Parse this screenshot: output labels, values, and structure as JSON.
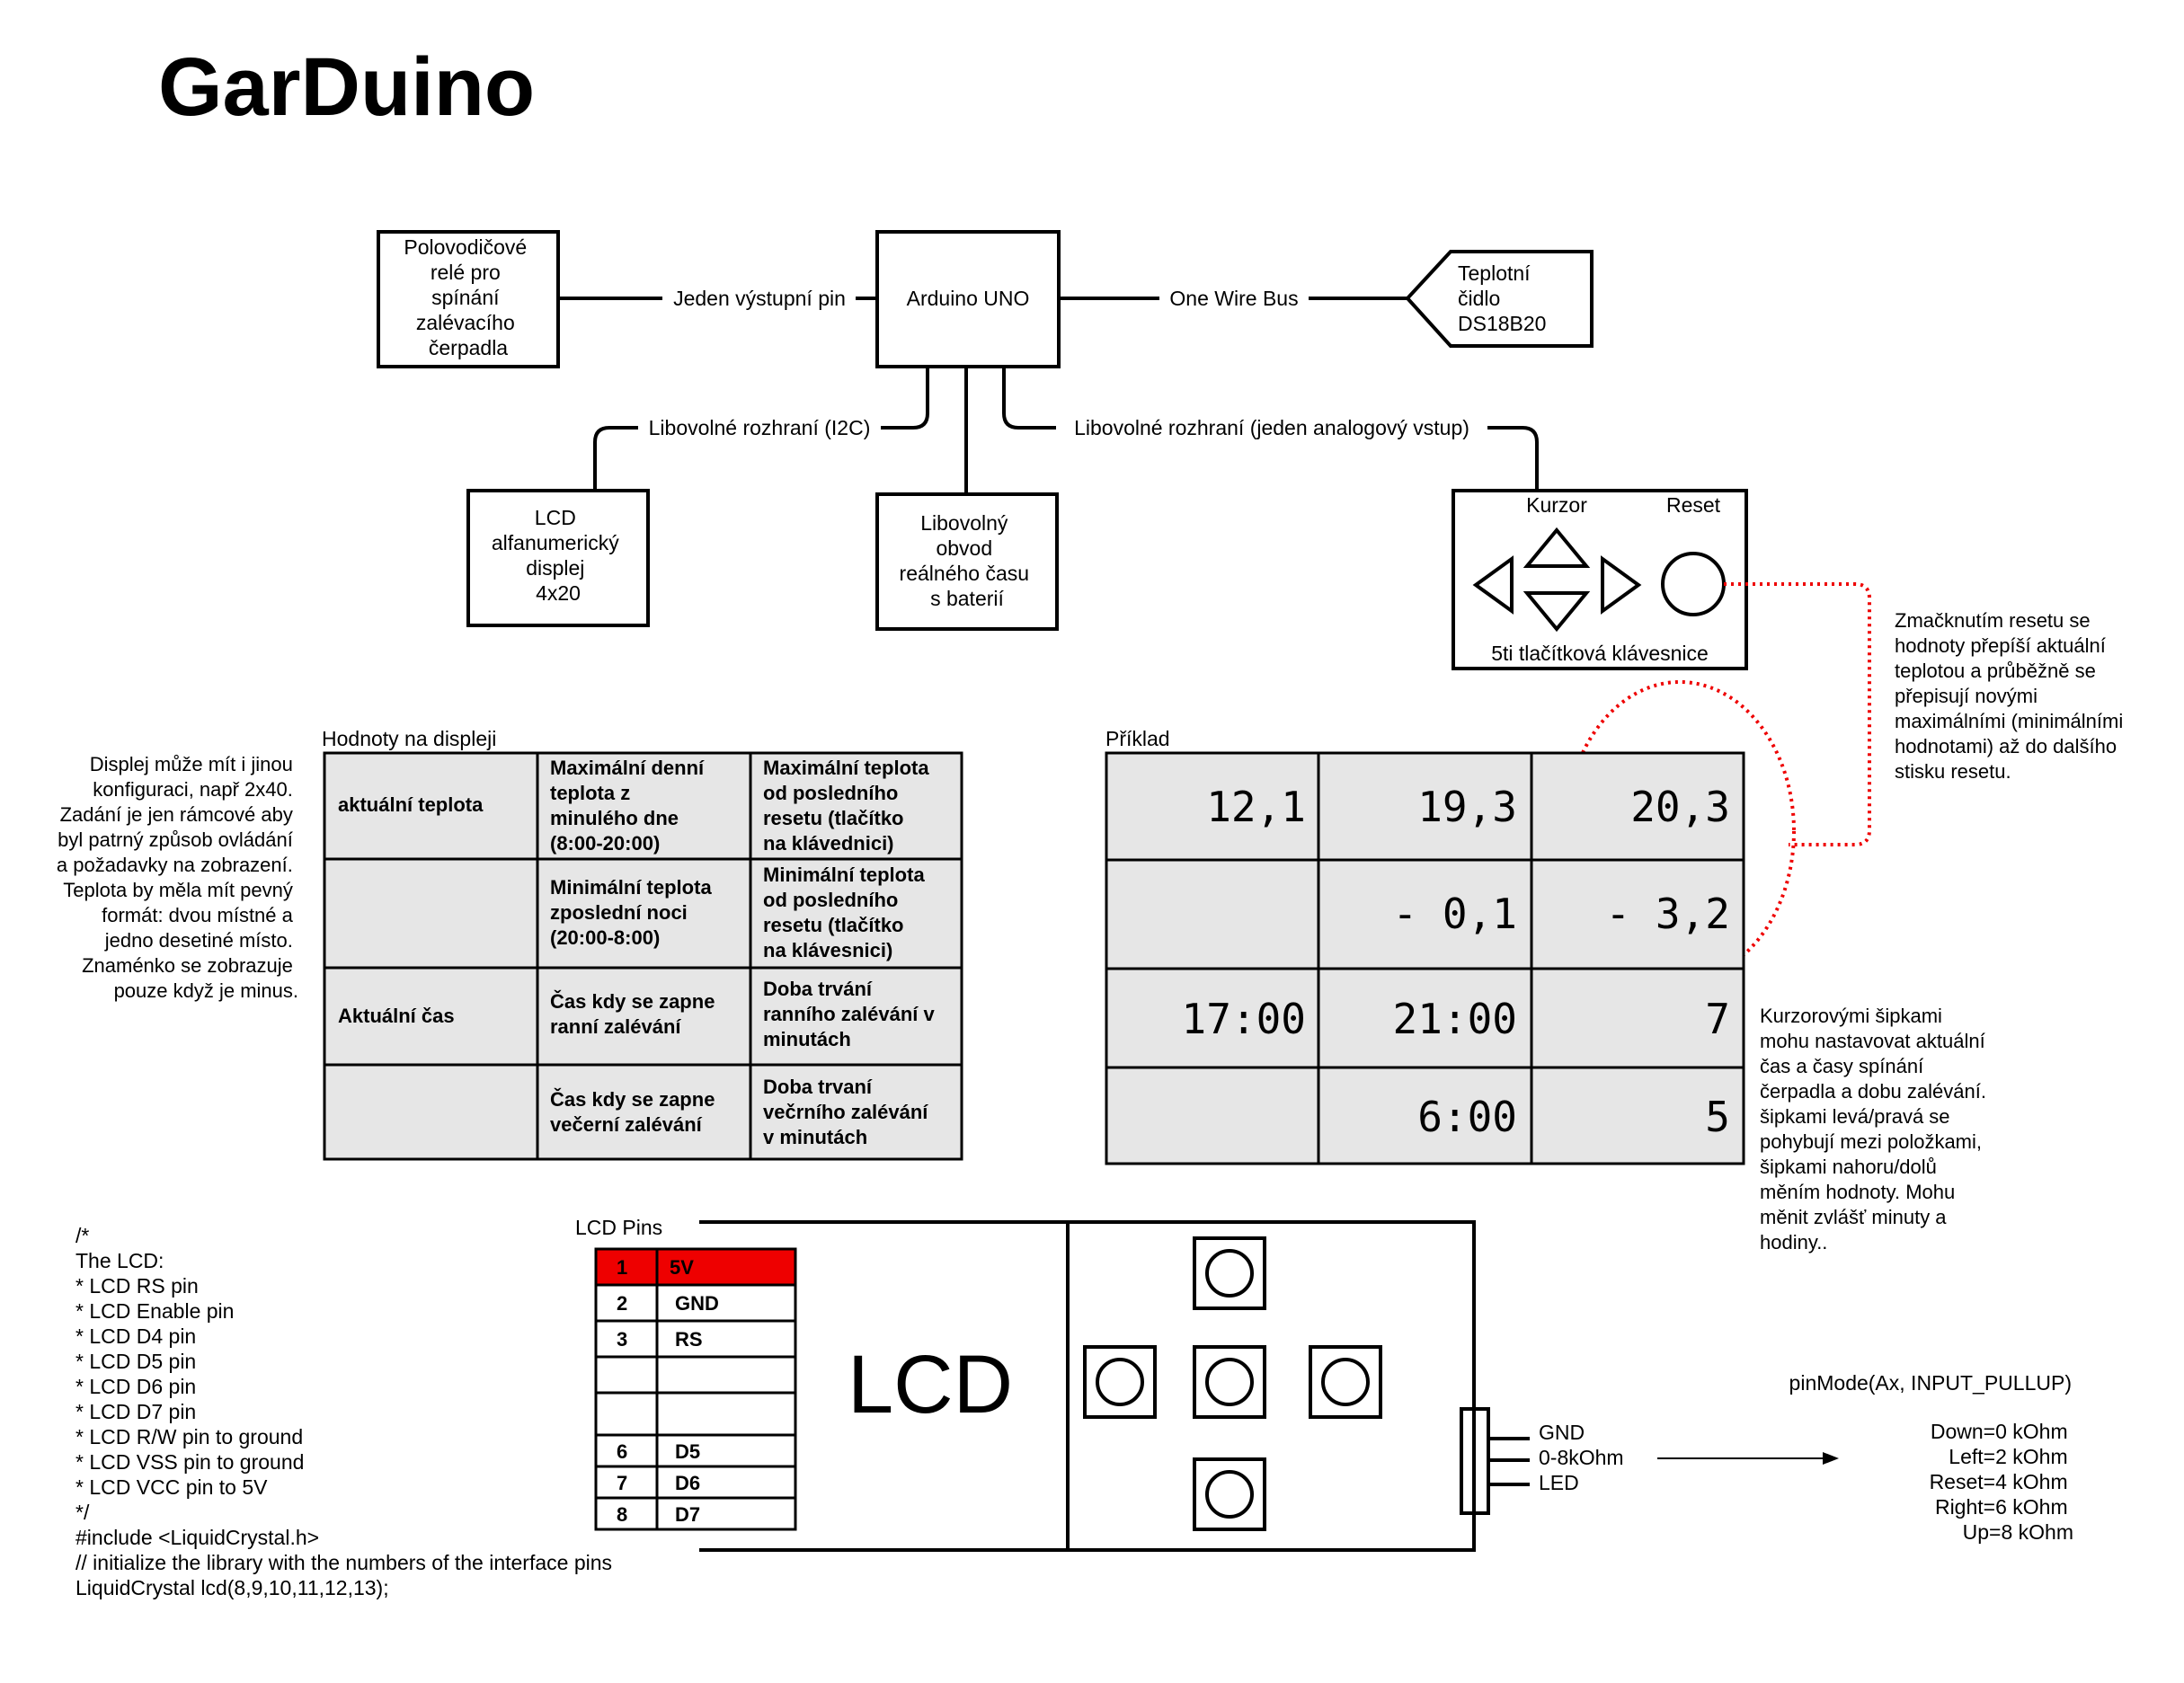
{
  "title": "GarDuino",
  "block_diagram": {
    "relay": [
      "Polovodičové",
      "relé pro",
      "spínání",
      "zalévacího",
      "čerpadla"
    ],
    "relay_link": "Jeden výstupní pin",
    "arduino": "Arduino UNO",
    "onewire_link": "One Wire Bus",
    "sensor": [
      "Teplotní",
      "čidlo",
      "DS18B20"
    ],
    "i2c_link": "Libovolné rozhraní (I2C)",
    "analog_link": "Libovolné rozhraní (jeden analogový vstup)",
    "lcd": [
      "LCD",
      "alfanumerický",
      "displej",
      "4x20"
    ],
    "rtc": [
      "Libovolný",
      "obvod",
      "reálného času",
      "s baterií"
    ],
    "keypad_cursor": "Kurzor",
    "keypad_reset": "Reset",
    "keypad_caption": "5ti tlačítková klávesnice",
    "reset_note": [
      "Zmačknutím resetu se",
      "hodnoty  přepíší aktuální",
      "teplotou a průběžně se",
      "přepisují novými",
      "maximálními (minimálními",
      "hodnotami) až do dalšího",
      "stisku resetu."
    ]
  },
  "display_table": {
    "caption": "Hodnoty na displeji",
    "rows": [
      [
        [
          "aktuální teplota"
        ],
        [
          "Maximální denní",
          "teplota z",
          "minulého dne",
          " (8:00-20:00)"
        ],
        [
          "Maximální teplota",
          "od posledního",
          "resetu (tlačítko",
          "na klávednici)"
        ]
      ],
      [
        [],
        [
          " Minimální teplota",
          "zposlední noci",
          " (20:00-8:00)"
        ],
        [
          " Minimální teplota",
          "od posledního",
          "resetu (tlačítko",
          "na klávesnici)"
        ]
      ],
      [
        [
          "Aktuální čas"
        ],
        [
          "Čas kdy se zapne",
          "ranní zalévání"
        ],
        [
          "Doba trvání",
          "ranního zalévání v",
          "minutách"
        ]
      ],
      [
        [],
        [
          "Čas kdy se zapne",
          "večerní zalévání"
        ],
        [
          "Doba trvaní",
          "večrního zalévání",
          "v minutách"
        ]
      ]
    ]
  },
  "display_note": [
    "Displej může mít i jinou",
    "konfiguraci, např 2x40.",
    "Zadání je jen rámcové aby",
    "byl patrný způsob ovládání",
    "a požadavky na zobrazení.",
    "Teplota by měla mít pevný",
    "formát: dvou místné a",
    "jedno desetiné místo.",
    "Znaménko se zobrazuje",
    "pouze když je minus."
  ],
  "example_table": {
    "caption": "Příklad",
    "rows": [
      [
        "12,1",
        "19,3",
        "20,3"
      ],
      [
        "",
        "- 0,1",
        "- 3,2"
      ],
      [
        "17:00",
        "21:00",
        "7"
      ],
      [
        "",
        "6:00",
        "5"
      ]
    ]
  },
  "cursor_note": [
    "Kurzorovými šipkami",
    "mohu nastavovat aktuální",
    "čas a časy spínání",
    "čerpadla a dobu zalévání.",
    "šipkami levá/pravá se",
    "pohybují mezi položkami,",
    "šipkami nahoru/dolů",
    "měním hodnoty. Mohu",
    "měnit zvlášť minuty a",
    "hodiny.."
  ],
  "code_lines": [
    "/*",
    "The LCD:",
    "* LCD RS pin",
    "* LCD Enable pin",
    "* LCD D4 pin",
    "* LCD D5 pin",
    "* LCD D6 pin",
    "* LCD D7 pin",
    "* LCD R/W pin to ground",
    "* LCD VSS pin to ground",
    "* LCD VCC pin to 5V",
    "*/",
    "#include <LiquidCrystal.h>",
    "// initialize the library with the numbers of the interface pins",
    "LiquidCrystal lcd(8,9,10,11,12,13);"
  ],
  "lcd_pins": {
    "caption": "LCD Pins",
    "rows": [
      [
        "1",
        "5V"
      ],
      [
        "2",
        "GND"
      ],
      [
        "3",
        "RS"
      ],
      [
        "",
        ""
      ],
      [
        "",
        ""
      ],
      [
        "6",
        "D5"
      ],
      [
        "7",
        "D6"
      ],
      [
        "8",
        "D7"
      ]
    ],
    "highlight_color": "#ee0000"
  },
  "lcd_module_label": "LCD",
  "connector_pins": [
    "GND",
    "0-8kOhm",
    "LED"
  ],
  "pinmode": {
    "title": "pinMode(Ax, INPUT_PULLUP)",
    "values": [
      "Down=0 kOhm",
      "Left=2 kOhm",
      "Reset=4 kOhm",
      "Right=6 kOhm",
      "Up=8 kOhm"
    ]
  },
  "colors": {
    "table_fill": "#e6e6e6",
    "dotted": "#ee0000"
  }
}
